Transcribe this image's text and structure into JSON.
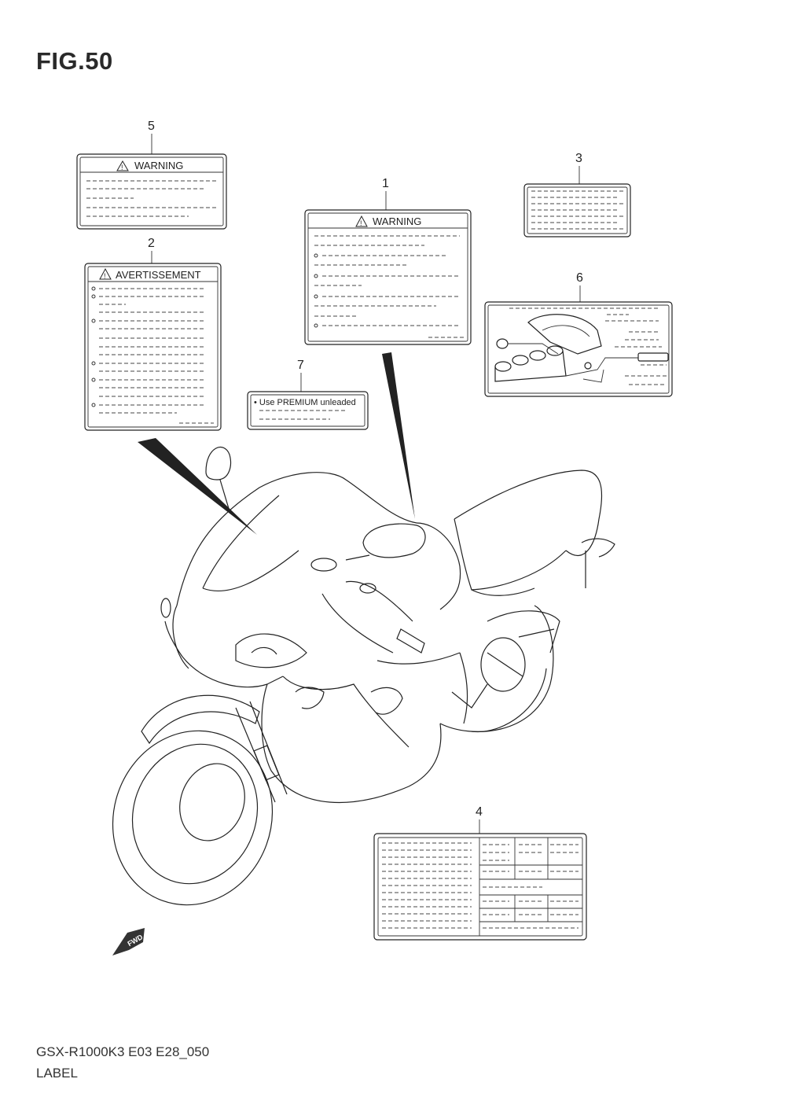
{
  "figure": {
    "title": "FIG.50"
  },
  "labels": [
    {
      "num": "1",
      "text": "WARNING"
    },
    {
      "num": "2",
      "text": "AVERTISSEMENT"
    },
    {
      "num": "3",
      "text": ""
    },
    {
      "num": "4",
      "text": ""
    },
    {
      "num": "5",
      "text": "WARNING"
    },
    {
      "num": "6",
      "text": ""
    },
    {
      "num": "7",
      "text": "• Use PREMIUM unleaded"
    }
  ],
  "fwd_mark": "FWD",
  "warning_icon": "warning-triangle-icon",
  "footer": {
    "code": "GSX-R1000K3 E03 E28_050",
    "name": "LABEL"
  }
}
